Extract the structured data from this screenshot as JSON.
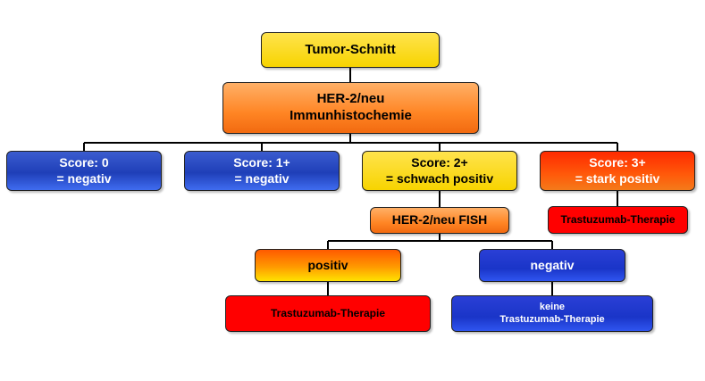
{
  "nodes": {
    "root": {
      "label": "Tumor-Schnitt",
      "color": "#f7d400"
    },
    "ihc": {
      "line1": "HER-2/neu",
      "line2": "Immunhistochemie",
      "color": "#ff8524"
    },
    "score0": {
      "line1": "Score: 0",
      "line2": "= negativ",
      "color": "#1f3fb8"
    },
    "score1": {
      "line1": "Score: 1+",
      "line2": "= negativ",
      "color": "#1f3fb8"
    },
    "score2": {
      "line1": "Score: 2+",
      "line2": "= schwach positiv",
      "color": "#f7d400"
    },
    "score3": {
      "line1": "Score: 3+",
      "line2": "= stark positiv",
      "color": "#ff5a0a"
    },
    "therapy_score3": {
      "label": "Trastuzumab-Therapie",
      "color": "#ff0000"
    },
    "fish": {
      "label": "HER-2/neu FISH",
      "color": "#ff8524"
    },
    "fish_positive": {
      "label": "positiv",
      "color": "#ff9a00"
    },
    "fish_negative": {
      "label": "negativ",
      "color": "#1a35c8"
    },
    "therapy_positive": {
      "label": "Trastuzumab-Therapie",
      "color": "#ff0000"
    },
    "no_therapy": {
      "line1": "keine",
      "line2": "Trastuzumab-Therapie",
      "color": "#1a35c8"
    }
  }
}
